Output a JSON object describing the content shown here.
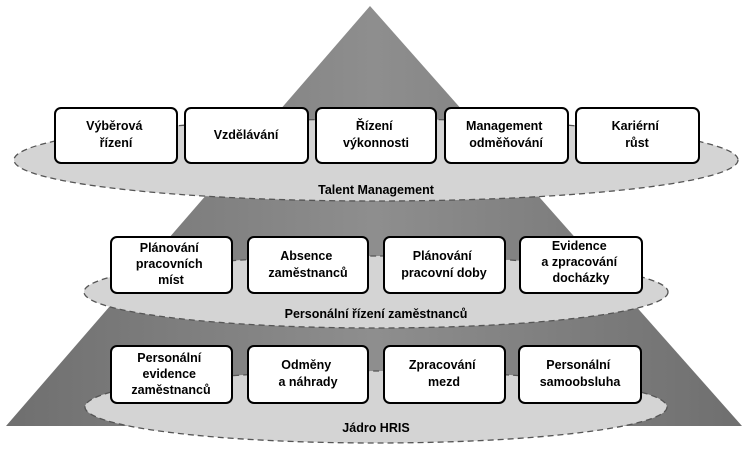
{
  "colors": {
    "pyramid_dark": "#6f6f6f",
    "pyramid_light": "#8e8e8e",
    "ellipse_fill": "#d4d4d4",
    "ellipse_stroke": "#555555",
    "box_fill": "#ffffff",
    "box_stroke": "#000000",
    "text": "#000000"
  },
  "tiers": [
    {
      "label": "Talent Management",
      "boxes": [
        {
          "lines": [
            "Výběrová",
            "řízení"
          ]
        },
        {
          "lines": [
            "Vzdělávání"
          ]
        },
        {
          "lines": [
            "Řízení",
            "výkonnosti"
          ]
        },
        {
          "lines": [
            "Management",
            "odměňování"
          ]
        },
        {
          "lines": [
            "Kariérní",
            "růst"
          ]
        }
      ]
    },
    {
      "label": "Personální řízení zaměstnanců",
      "boxes": [
        {
          "lines": [
            "Plánování",
            "pracovních",
            "míst"
          ]
        },
        {
          "lines": [
            "Absence",
            "zaměstnanců"
          ]
        },
        {
          "lines": [
            "Plánování",
            "pracovní doby"
          ]
        },
        {
          "lines": [
            "Evidence",
            "a zpracování",
            "docházky"
          ]
        }
      ]
    },
    {
      "label": "Jádro HRIS",
      "boxes": [
        {
          "lines": [
            "Personální",
            "evidence",
            "zaměstnanců"
          ]
        },
        {
          "lines": [
            "Odměny",
            "a náhrady"
          ]
        },
        {
          "lines": [
            "Zpracování",
            "mezd"
          ]
        },
        {
          "lines": [
            "Personální",
            "samoobsluha"
          ]
        }
      ]
    }
  ]
}
